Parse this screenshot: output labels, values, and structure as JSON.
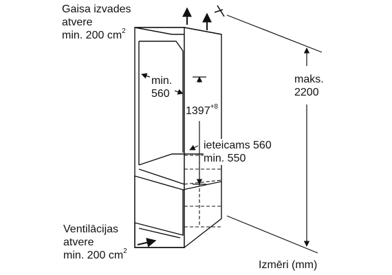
{
  "labels": {
    "air_outlet": {
      "line1": "Gaisa izvades",
      "line2": "atvere",
      "line3": "min. 200 cm",
      "sup": "2"
    },
    "min_width": {
      "line1": "min.",
      "line2": "560"
    },
    "niche_height": {
      "value": "1397",
      "sup": "+8"
    },
    "max_height": {
      "line1": "maks.",
      "line2": "2200"
    },
    "depth": {
      "line1": "ieteicams 560",
      "line2": "min. 550"
    },
    "ventilation": {
      "line1": "Ventilācijas",
      "line2": "atvere",
      "line3": "min. 200 cm",
      "sup": "2"
    },
    "units": "Izmēri (mm)"
  }
}
